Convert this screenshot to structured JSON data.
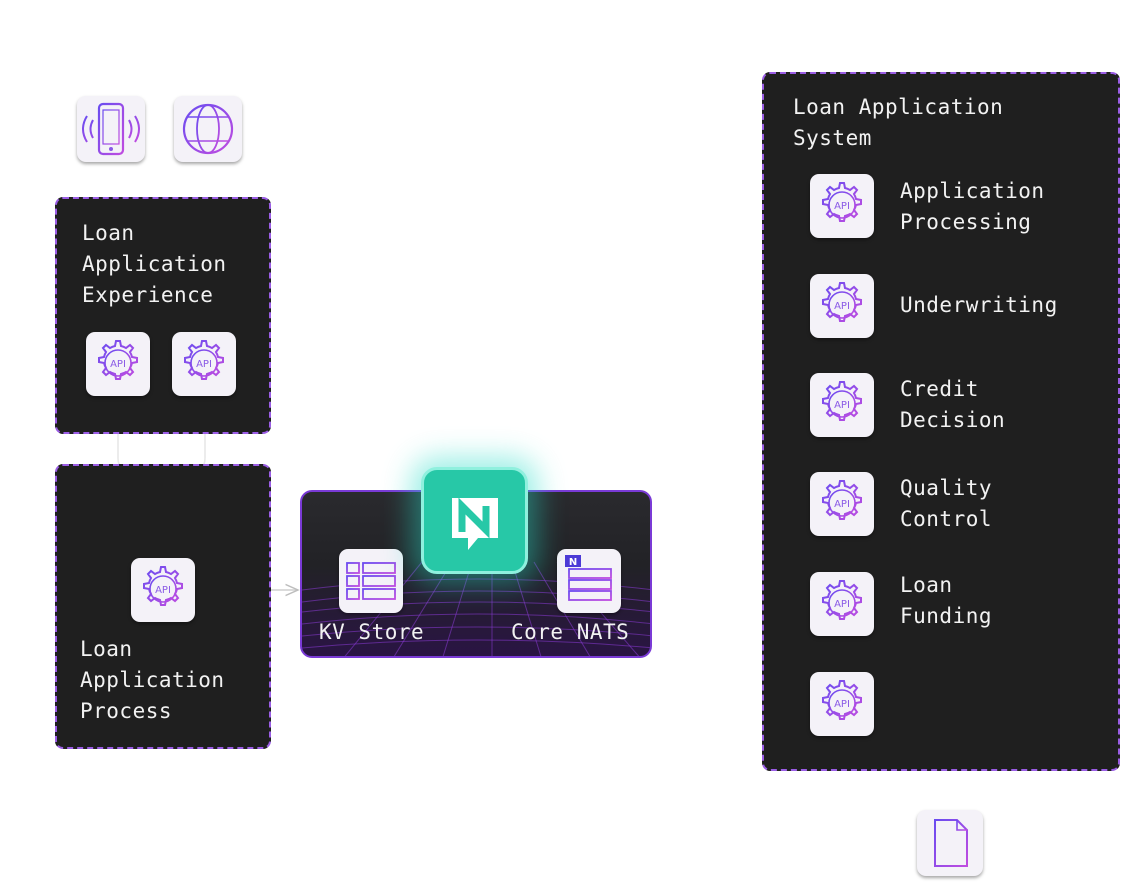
{
  "clients": {
    "mobile_icon": "mobile-phone-icon",
    "web_icon": "globe-icon"
  },
  "experience": {
    "title": "Loan\nApplication\nExperience",
    "api_label": "API"
  },
  "process": {
    "title": "Loan\nApplication\nProcess",
    "api_label": "API"
  },
  "nats": {
    "logo_icon": "nats-logo-icon",
    "kv_label": "KV Store",
    "core_label": "Core NATS"
  },
  "system": {
    "title": "Loan Application\nSystem",
    "api_label": "API",
    "services": [
      {
        "label": "Application\nProcessing"
      },
      {
        "label": "Underwriting"
      },
      {
        "label": "Credit\nDecision"
      },
      {
        "label": "Quality\nControl"
      },
      {
        "label": "Loan\nFunding"
      },
      {
        "label": ""
      }
    ]
  },
  "output": {
    "icon": "document-icon"
  },
  "colors": {
    "panel_bg": "#1f1f1f",
    "accent_purple": "#9b5de5",
    "nats_teal": "#27c8a7"
  }
}
